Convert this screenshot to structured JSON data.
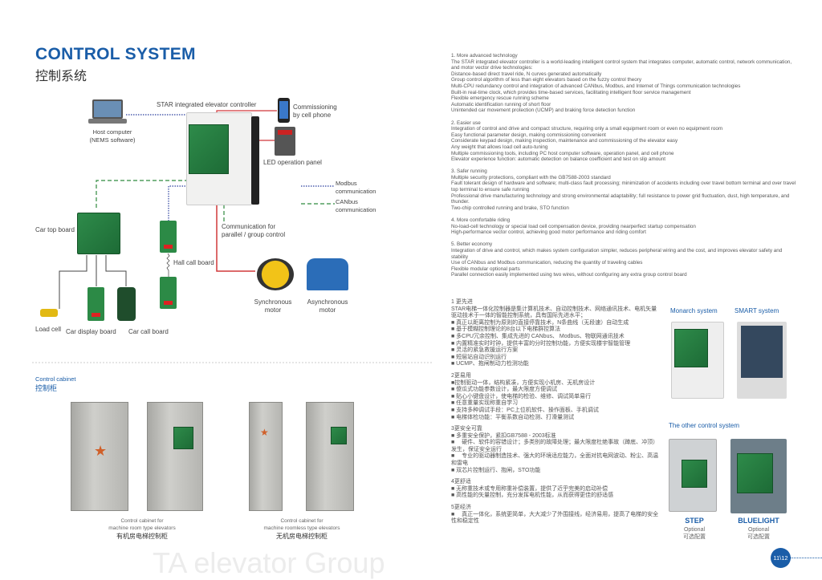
{
  "header": {
    "title": "CONTROL SYSTEM",
    "subtitle": "控制系统"
  },
  "diagram": {
    "controller": "STAR integrated elevator controller",
    "host_computer": [
      "Host computer",
      "(NEMS software)"
    ],
    "cell_phone": [
      "Commissioning",
      "by cell phone"
    ],
    "led_panel": "LED operation panel",
    "legend": [
      {
        "label": [
          "Modbus",
          "communication"
        ],
        "color": "#2b3f9e",
        "style": "dotted"
      },
      {
        "label": [
          "CANbus",
          "communication"
        ],
        "color": "#2f8a3e",
        "style": "dashed"
      }
    ],
    "car_top_board": "Car top board",
    "hall_call_board": "Hall call board",
    "parallel": [
      "Communication for",
      "parallel / group control"
    ],
    "sync_motor": [
      "Synchronous",
      "motor"
    ],
    "async_motor": [
      "Asynchronous",
      "motor"
    ],
    "load_cell": "Load cell",
    "car_display_board": "Car display board",
    "car_call_board": "Car call board",
    "power_line_color": "#d0383a"
  },
  "cabinet": {
    "heading": "Control cabinet",
    "heading_cn": "控制柜",
    "items": [
      {
        "line1": "Control cabinet for",
        "line2": "machine room type elevators",
        "cn": "有机房电梯控制柜"
      },
      {
        "line1": "Control cabinet for",
        "line2": "machine roomless type elevators",
        "cn": "无机房电梯控制柜"
      }
    ]
  },
  "english": [
    {
      "title": "1. More advanced technology",
      "lines": [
        "The STAR integrated elevator controller is a world-leading intelligent control system that integrates computer, automatic control, network communication, and motor vector drive technologies:",
        "Distance-based direct travel ride, N curves generated automatically",
        "Group control algorithm of less than eight elevators based on the fuzzy control theory",
        "Multi-CPU redundancy control and integration of advanced CANbus, Modbus, and Internet of Things communication technologies",
        "Built-in real-time clock, which provides time-based services, facilitating intelligent floor service management",
        "Flexible emergency rescue running scheme",
        "Automatic identification running of short floor",
        "Unintended car movement protection (UCMP) and braking force detection function"
      ]
    },
    {
      "title": "2. Easier use",
      "lines": [
        "Integration of control and drive and compact structure, requiring only a small equipment room or even no equipment room",
        "Easy functional parameter design, making commissioning convenient",
        "Considerate keypad design, making inspection, maintenance and commissioning of the elevator easy",
        "Any weight that allows load cell auto-tuning",
        "Multiple commissioning tools, including PC host computer software, operation panel, and cell phone",
        "Elevator experience function: automatic detection on balance coefficient and test on slip amount"
      ]
    },
    {
      "title": "3. Safer running",
      "lines": [
        "Multiple security protections, compliant with the GB7588-2003 standard",
        "Fault tolerant design of hardware and software; multi-class fault processing; minimization of accidents including over travel bottom terminal and over travel top terminal to ensure safe running",
        "Professional drive manufacturing technology and strong environmental adaptability; full resistance to power grid fluctuation, dust, high temperature, and thunder.",
        "Two-chip controlled running and brake, STO function"
      ]
    },
    {
      "title": "4. More comfortable riding",
      "lines": [
        "No-load-cell technology or special load cell compensation device, providing nearperfect startup compensation",
        "High-performance vector control, achieving good motor performance and riding comfort"
      ]
    },
    {
      "title": "5. Better economy",
      "lines": [
        "Integration of drive and control, which makes system configuration simpler, reduces peripheral wiring and the cost, and improves elevator safety and stability",
        "Use of CANbus and Modbus communication, reducing the quantity of traveling cables",
        "Flexible modular optional parts",
        "Parallel connection easily implemented using two wires, without configuring any extra group control board"
      ]
    }
  ],
  "chinese": [
    {
      "title": "1 更先进",
      "lines": [
        "STAR电梯一体化控制器是集计算机技术、自动控制技术、网络通讯技术、电机矢量驱动技术于一体的智能控制系统，具有国际先进水平；",
        "■ 真正以距离控制为原则的直接停靠技术，N条曲线（无段速）自动生成",
        "■ 基于模糊控制理论的8台以下电梯群控算法",
        "■ 多CPU冗余控制、集成先进的 CANbus、 Modbus、物联网通讯技术",
        "■ 内置精准实时时钟，提供丰富的分时控制功能，方便实现楼宇智能管理",
        "■ 灵活的紧急救援运行方案",
        "■ 短层站自动识别运行",
        "■ UCMP、抱闸制动力检测功能"
      ]
    },
    {
      "title": "2更易用",
      "lines": [
        "■控制驱动一体，结构紧凑，方便实现小机房、无机房设计",
        "■ 傻瓜式功能参数设计，最大限度方便调试",
        "■ 贴心小键盘设计，使电梯的检验、维修、调试简单易行",
        "■ 任意重量实现称重自学习",
        "■ 支持多种调试手段：PC上位机软件、操作面板、手机调试",
        "■ 电梯体检功能：平衡系数自动检测、打滑量测试"
      ]
    },
    {
      "title": "3更安全可靠",
      "lines": [
        "■ 多重安全保护，紧扣GB7588 - 2003标准",
        "■ 　硬件、软件的容错设计；多类别的故障处理；最大限度杜绝事故（蹲底、冲顶）发生，保证安全运行",
        "■ 　专业的驱动器制造技术、强大的环境适应能力，全面对抗电网波动、粉尘、高温和雷电",
        "■ 双芯片控制运行、抱闸，STO功能"
      ]
    },
    {
      "title": "4更舒适",
      "lines": [
        "■ 无称重技术或专用称重补偿装置，提供了近乎完美的启动补偿",
        "■ 高性能的矢量控制，充分发挥电机性能，从而获得更佳的舒适感"
      ]
    },
    {
      "title": "5更经济",
      "lines": [
        "■ 　真正一体化，系统更简单，大大减少了外围接线，经济易用，提高了电梯的安全性和稳定性"
      ]
    }
  ],
  "products": {
    "monarch": "Monarch system",
    "smart": "SMART system",
    "other_heading": "The other control system",
    "step": {
      "name": "STEP",
      "opt": "Optional",
      "opt_cn": "可选配置"
    },
    "bluelight": {
      "name": "BLUELIGHT",
      "opt": "Optional",
      "opt_cn": "可选配置"
    }
  },
  "page_number": "11\\12",
  "watermark": "TA elevator Group",
  "colors": {
    "brand": "#1a5da8"
  }
}
